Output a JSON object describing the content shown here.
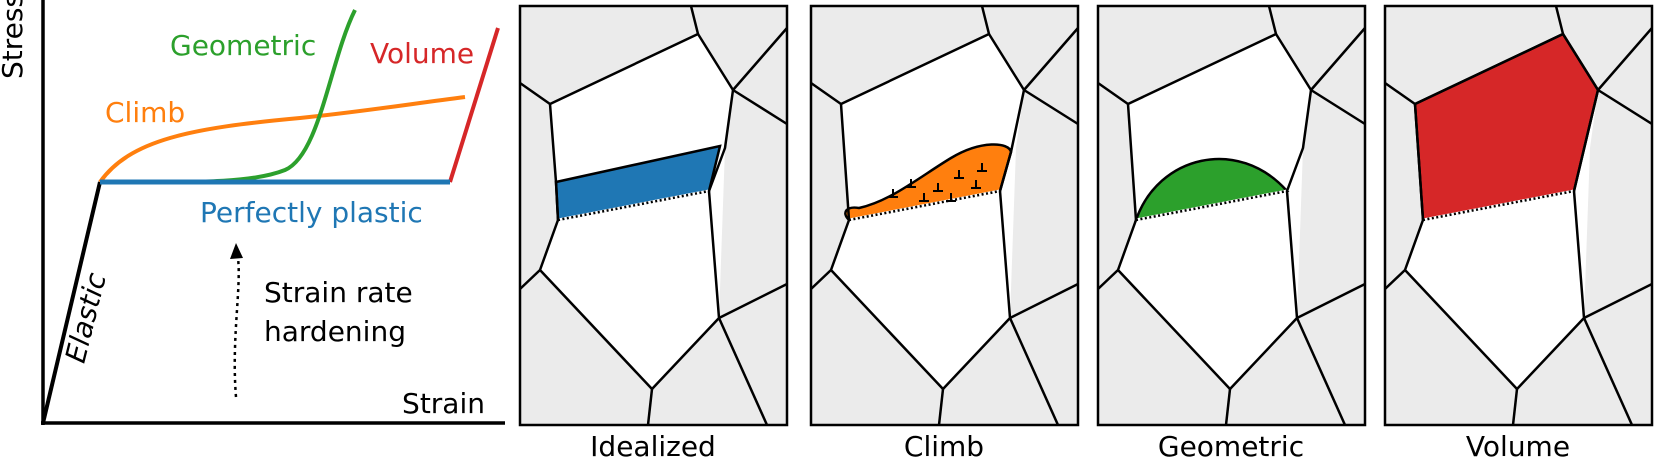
{
  "stress_strain": {
    "y_axis_label": "Stress",
    "x_axis_label": "Strain",
    "elastic_label": "Elastic",
    "curves": [
      {
        "label": "Geometric",
        "color": "#2ca02c"
      },
      {
        "label": "Volume",
        "color": "#d62728"
      },
      {
        "label": "Climb",
        "color": "#ff7f0e"
      },
      {
        "label": "Perfectly plastic",
        "color": "#1f77b4"
      }
    ],
    "annotation_line1": "Strain rate",
    "annotation_line2": "hardening"
  },
  "panels": [
    {
      "caption": "Idealized",
      "fill": "#1f77b4"
    },
    {
      "caption": "Climb",
      "fill": "#ff7f0e"
    },
    {
      "caption": "Geometric",
      "fill": "#2ca02c"
    },
    {
      "caption": "Volume",
      "fill": "#d62728"
    }
  ],
  "colors": {
    "grain_background": "#ebebeb",
    "grain_center": "#ffffff",
    "outline": "#000000"
  }
}
